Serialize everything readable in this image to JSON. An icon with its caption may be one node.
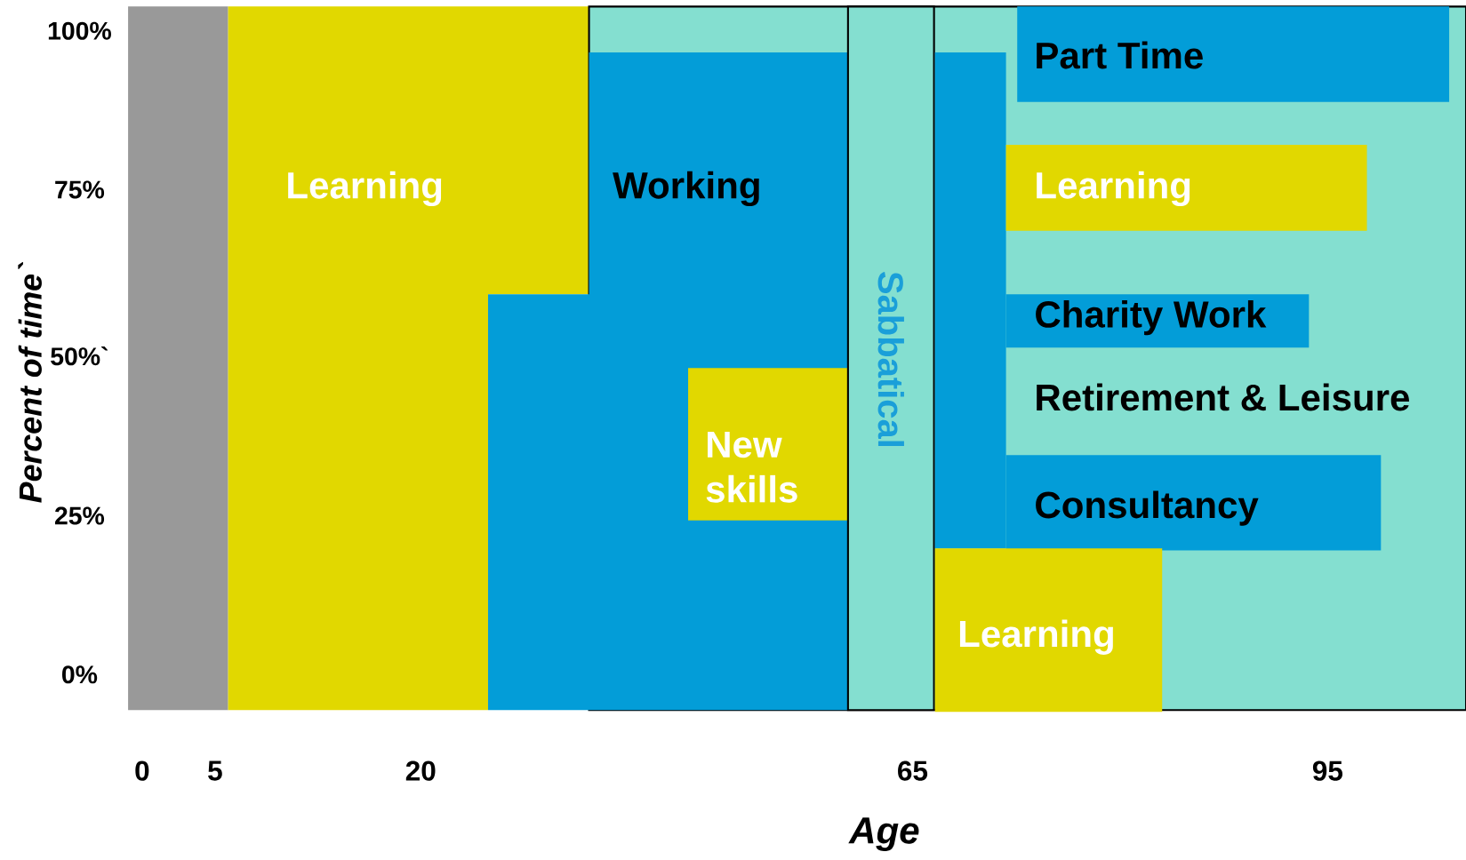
{
  "diagram": {
    "nodes": [
      {
        "text": [],
        "shape": "box"
      },
      {
        "text": [
          "Learning"
        ]
      },
      {
        "text": [
          "Retirement & Leisure"
        ]
      },
      {
        "text": [
          "Working"
        ]
      },
      {
        "text": [
          "New skills"
        ]
      },
      {
        "text": [
          "Sabbatical"
        ],
        "in": 2
      },
      {
        "text": [],
        "shape": "box",
        "in": 2
      },
      {
        "text": [
          "Part Time"
        ],
        "in": 2
      },
      {
        "text": [
          "Learning"
        ],
        "in": 2
      },
      {
        "text": [
          "Charity Work"
        ],
        "in": 2
      },
      {
        "text": [
          "Consultancy"
        ],
        "in": 2
      },
      {
        "text": [
          "Learning"
        ],
        "in": 2
      }
    ],
    "labels": [
      "100%",
      "75%",
      "Percent of time`",
      "50%`",
      "25%",
      "0%",
      "0",
      "5",
      "20",
      "65",
      "95",
      "Age"
    ]
  }
}
